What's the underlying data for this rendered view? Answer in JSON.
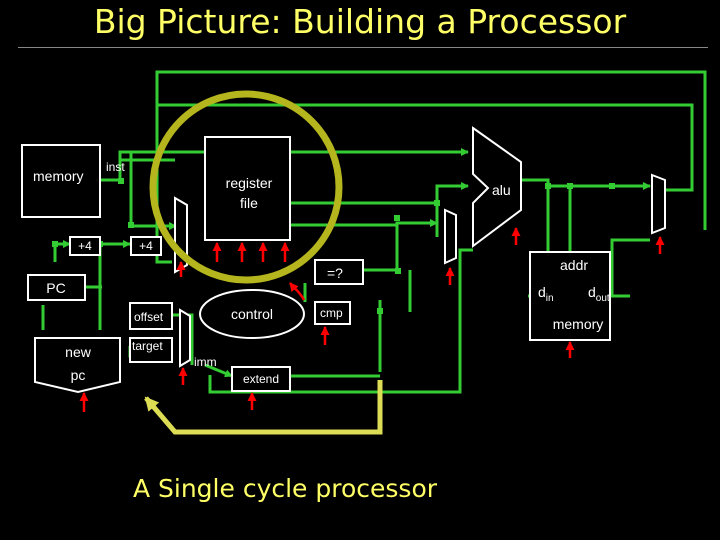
{
  "slide": {
    "title": "Big Picture:  Building a Processor",
    "caption": "A Single cycle processor"
  },
  "diagram": {
    "labels": {
      "memory": "memory",
      "inst": "inst",
      "register": "register",
      "file": "file",
      "alu": "alu",
      "plus4_a": "+4",
      "plus4_b": "+4",
      "eq": "=?",
      "pc": "PC",
      "offset": "offset",
      "control": "control",
      "cmp": "cmp",
      "new": "new",
      "pc_lower": "pc",
      "target": "target",
      "imm": "imm",
      "extend": "extend",
      "addr": "addr",
      "d_in": "d",
      "d_in_sub": "in",
      "d_out": "d",
      "d_out_sub": "out",
      "data_memory": "memory"
    }
  },
  "colors": {
    "background": "#000000",
    "title": "#ffff66",
    "bus_green": "#33cc33",
    "outline": "#ffffff",
    "control_red": "#ff0000",
    "highlight_circle": "#b5b51e",
    "return_arrow": "#dddd55"
  }
}
